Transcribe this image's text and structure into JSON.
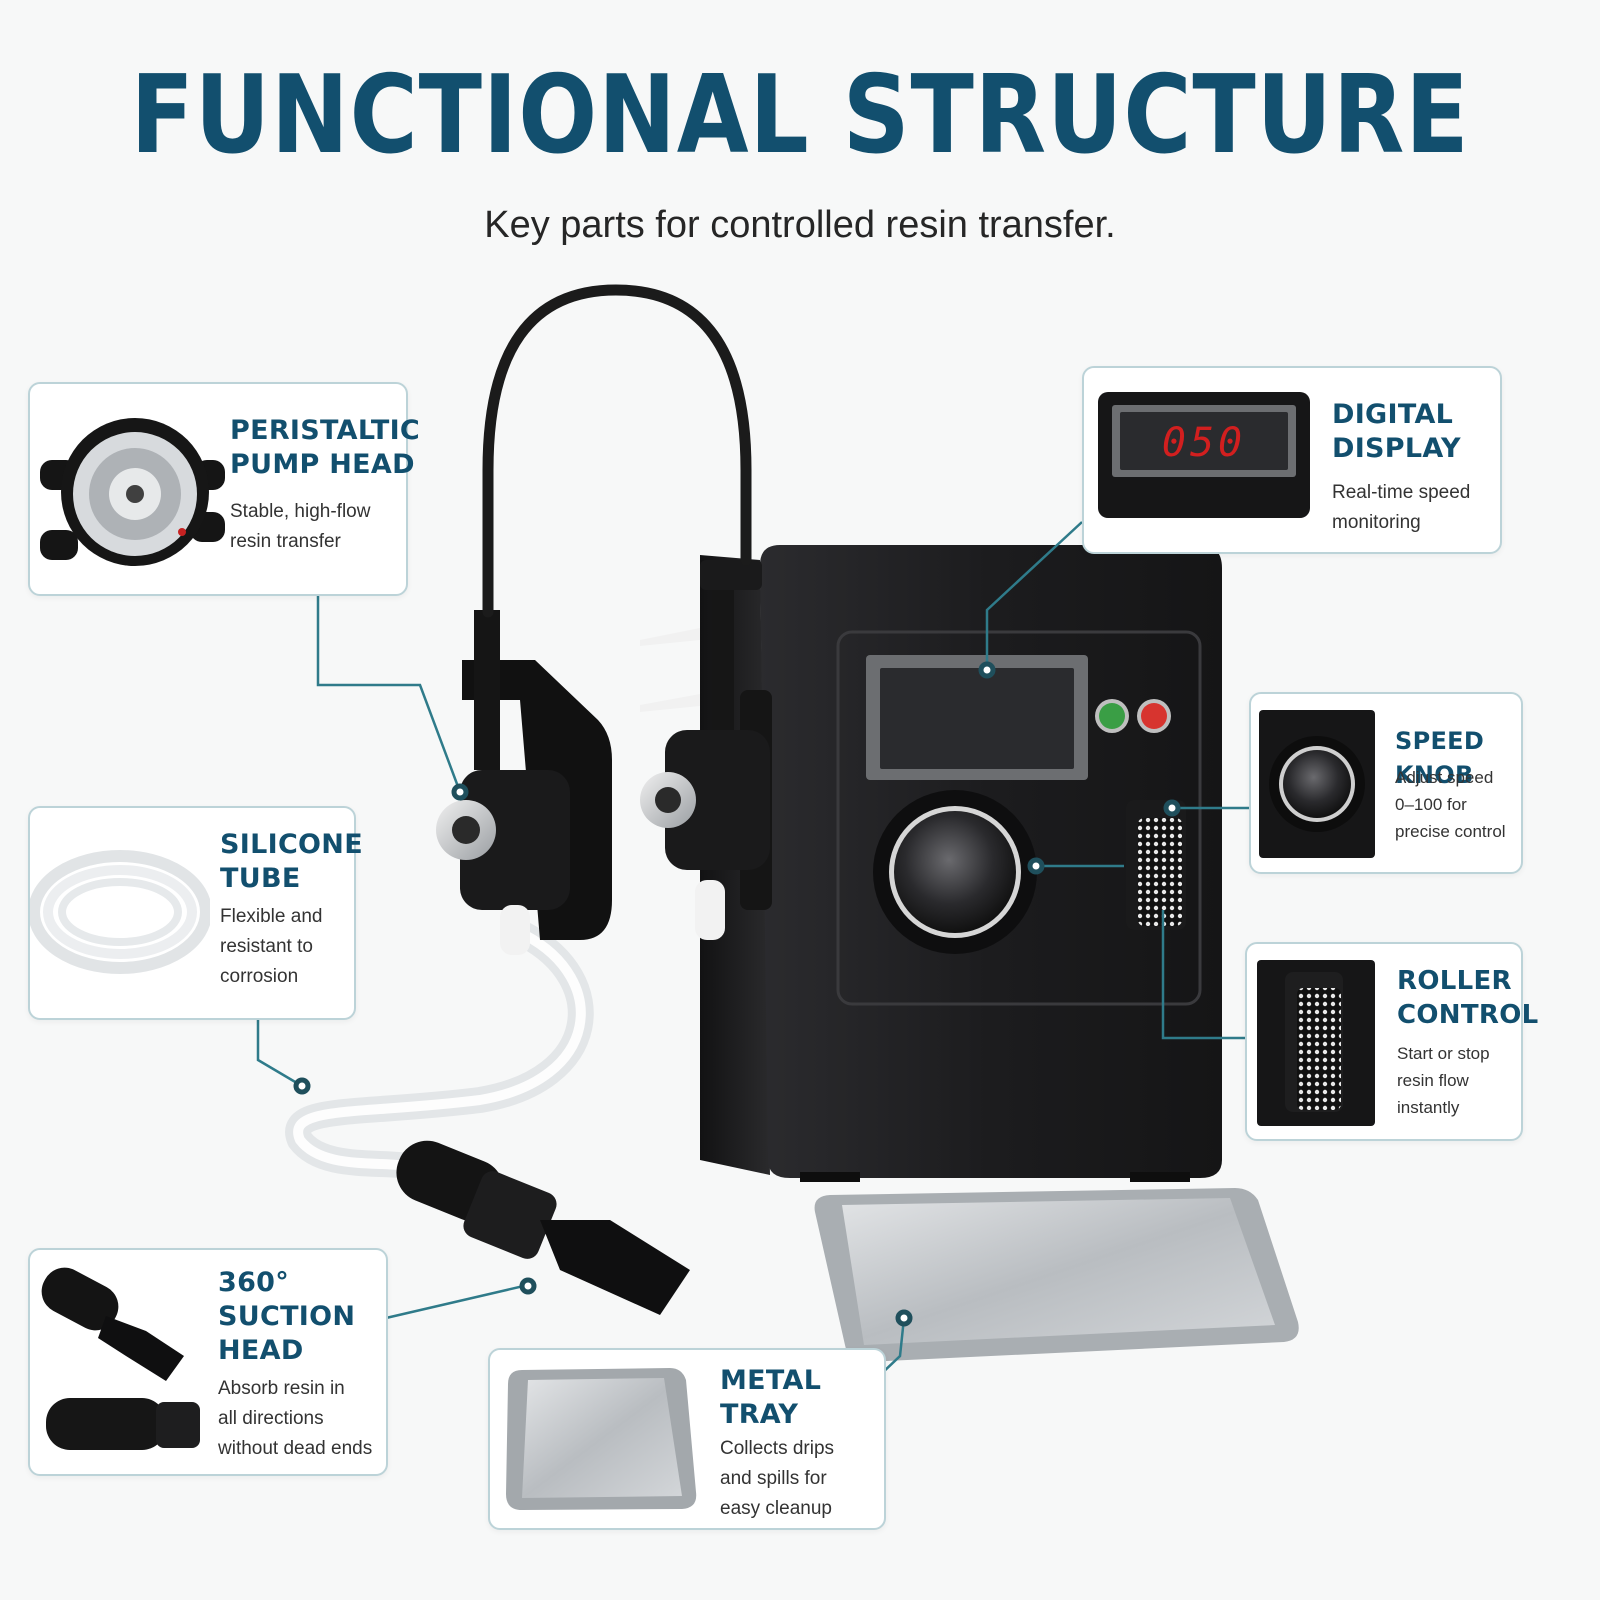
{
  "header": {
    "title": "FUNCTIONAL STRUCTURE",
    "subtitle": "Key parts for controlled resin transfer."
  },
  "display_readout": "050",
  "colors": {
    "accent": "#124f6e",
    "connector": "#2f7b8a",
    "card_border": "#bcd3d8",
    "body": "#1f1f21",
    "led_red": "#d21f1f",
    "button_green": "#3a9e45",
    "button_red": "#d7342f"
  },
  "callouts": {
    "pump_head": {
      "title": "PERISTALTIC\nPUMP HEAD",
      "desc": "Stable, high-flow\nresin transfer",
      "icon": "pump-head-icon"
    },
    "digital_display": {
      "title": "DIGITAL\nDISPLAY",
      "desc": "Real-time speed\nmonitoring",
      "icon": "display-icon"
    },
    "speed_knob": {
      "title": "SPEED KNOB",
      "desc": "Adjust speed\n0–100 for\nprecise control",
      "icon": "knob-icon"
    },
    "roller_control": {
      "title": "ROLLER\nCONTROL",
      "desc": "Start or stop\nresin flow\ninstantly",
      "icon": "roller-icon"
    },
    "silicone_tube": {
      "title": "SILICONE\nTUBE",
      "desc": "Flexible and\nresistant to\ncorrosion",
      "icon": "tube-icon"
    },
    "suction_head": {
      "title": "360°\nSUCTION\nHEAD",
      "desc": "Absorb resin in\nall directions\nwithout dead ends",
      "icon": "nozzle-icon"
    },
    "metal_tray": {
      "title": "METAL\nTRAY",
      "desc": "Collects drips\nand spills for\neasy cleanup",
      "icon": "tray-icon"
    }
  }
}
